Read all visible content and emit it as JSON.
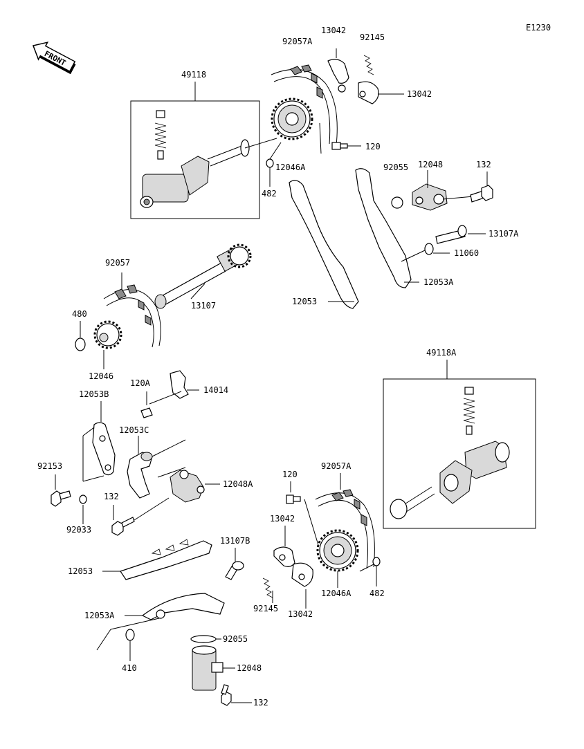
{
  "diagram_code": "E1230",
  "front_label": "FRONT",
  "labels": {
    "p49118": "49118",
    "p92057A_top": "92057A",
    "p13042_top1": "13042",
    "p92145_top": "92145",
    "p13042_top2": "13042",
    "p120_top": "120",
    "p12046A_top": "12046A",
    "p482_top": "482",
    "p92055_top": "92055",
    "p12048_top": "12048",
    "p132_top": "132",
    "p13107A": "13107A",
    "p11060": "11060",
    "p12053A_top": "12053A",
    "p12053_top": "12053",
    "p92057": "92057",
    "p13107": "13107",
    "p480": "480",
    "p12046": "12046",
    "p120A": "120A",
    "p14014": "14014",
    "p12053B": "12053B",
    "p12053C": "12053C",
    "p92153": "92153",
    "p132_mid": "132",
    "p12048A": "12048A",
    "p92033": "92033",
    "p49118A": "49118A",
    "p120_bot": "120",
    "p92057A_bot": "92057A",
    "p13042_bot1": "13042",
    "p13107B": "13107B",
    "p12053_bot": "12053",
    "p12046A_bot": "12046A",
    "p482_bot": "482",
    "p92145_bot": "92145",
    "p13042_bot2": "13042",
    "p12053A_bot": "12053A",
    "p92055_bot": "92055",
    "p410": "410",
    "p12048_bot": "12048",
    "p132_bot": "132"
  }
}
